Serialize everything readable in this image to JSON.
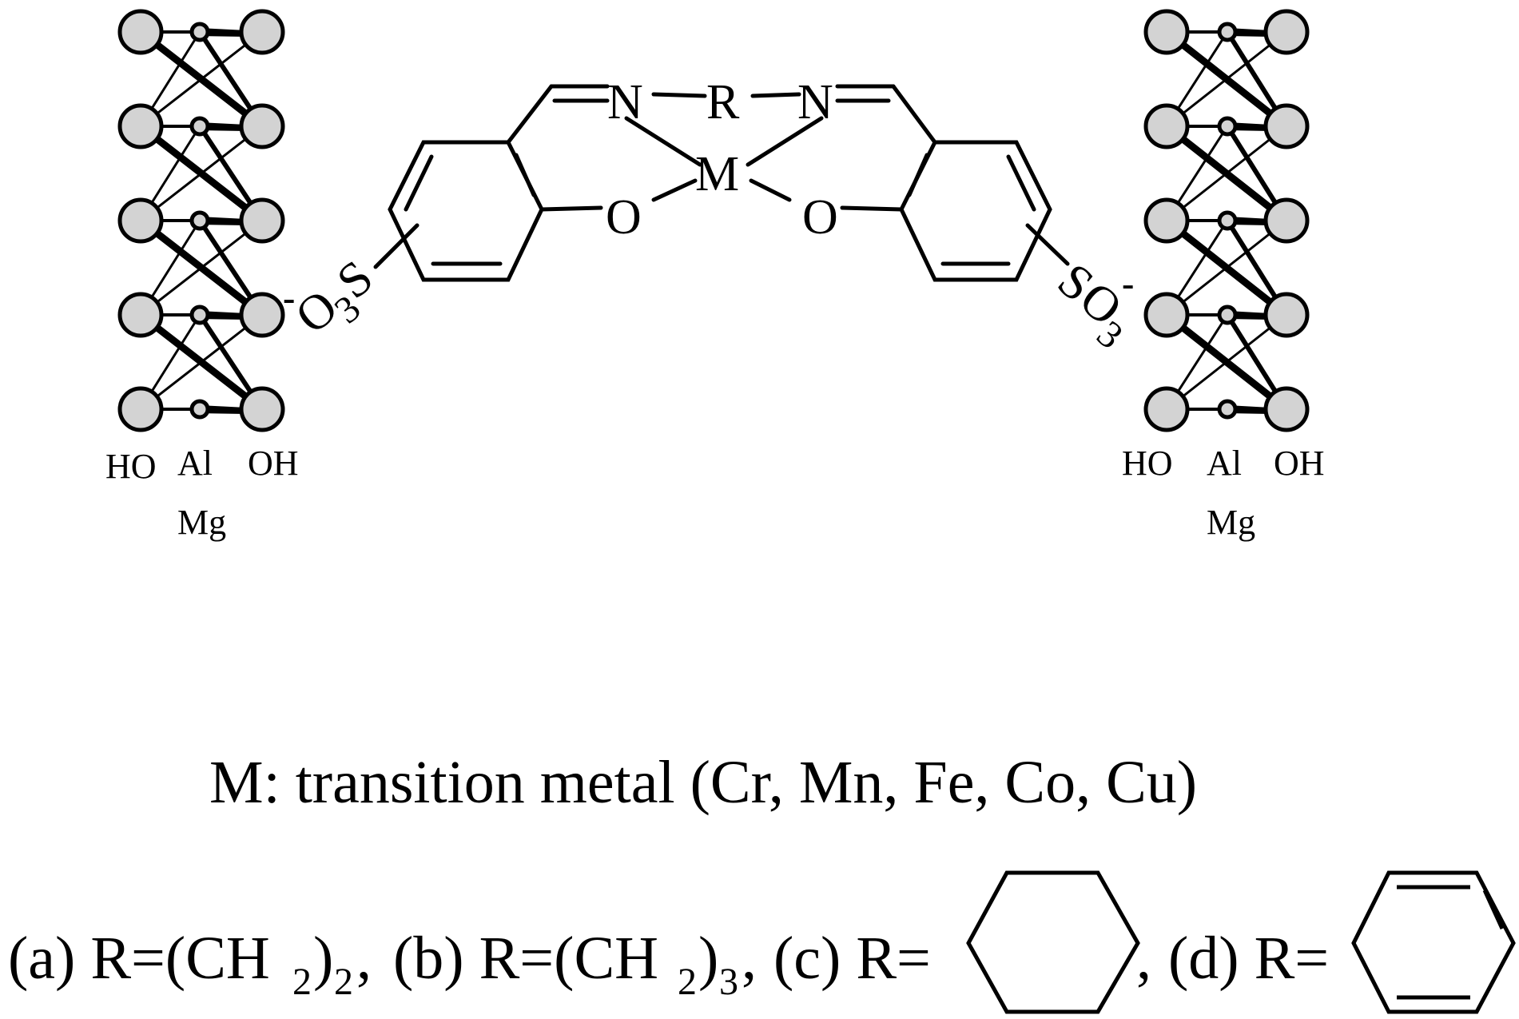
{
  "left_layer": {
    "ho": "HO",
    "al": "Al",
    "oh": "OH",
    "mg": "Mg",
    "charge": "-",
    "group_o": "O",
    "group_sub": "3",
    "group_s": "S"
  },
  "right_layer": {
    "ho": "HO",
    "al": "Al",
    "oh": "OH",
    "mg": "Mg",
    "charge": "-",
    "group_s": "S",
    "group_o": "O",
    "group_sub": "3"
  },
  "complex": {
    "n_left": "N",
    "r": "R",
    "n_right": "N",
    "metal": "M",
    "o_left": "O",
    "o_right": "O"
  },
  "caption": "M: transition metal (Cr, Mn, Fe, Co, Cu)",
  "options": {
    "a_prefix": "(a) R=(CH",
    "a_sub1": "2",
    "a_mid": ")",
    "a_sub2": "2",
    "a_end": ",",
    "b_prefix": "(b) R=(CH",
    "b_sub1": "2",
    "b_mid": ")",
    "b_sub2": "3",
    "b_end": ",",
    "c_prefix": "(c) R=",
    "c_end": ",",
    "d_prefix": "(d) R="
  }
}
